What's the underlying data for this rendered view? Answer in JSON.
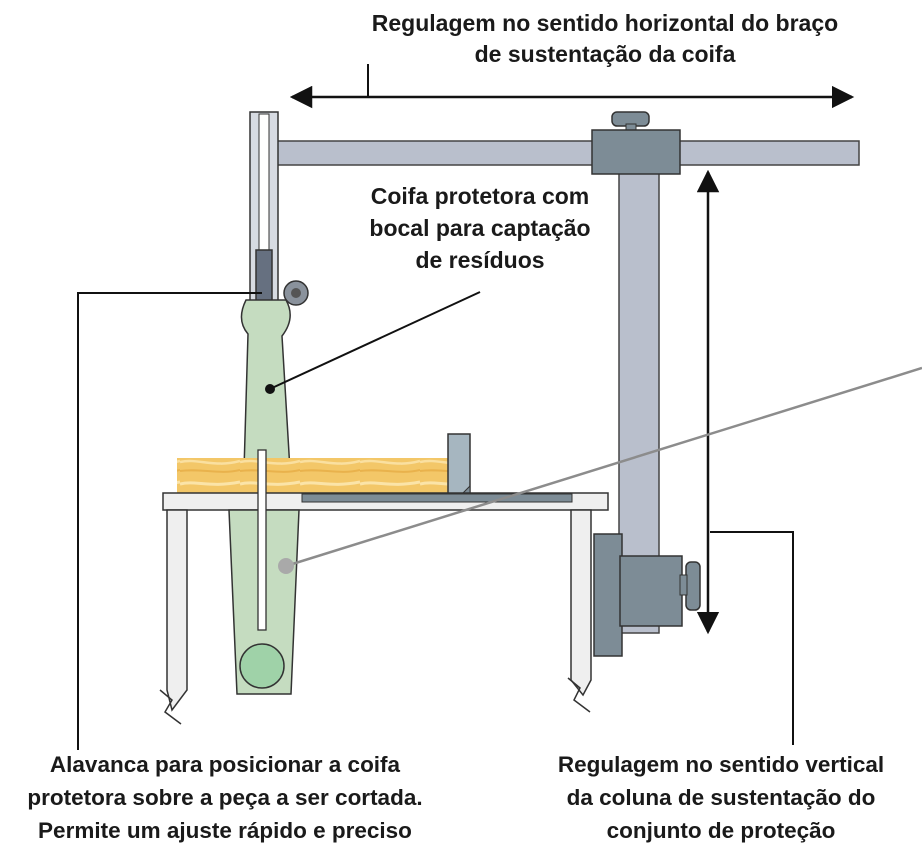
{
  "labels": {
    "horizontal_adjustment": [
      "Regulagem no sentido horizontal do braço",
      "de sustentação da coifa"
    ],
    "guard": [
      "Coifa protetora com",
      "bocal para captação",
      "de resíduos"
    ],
    "lever": [
      "Alavanca para posicionar a coifa",
      "protetora sobre a peça a ser cortada.",
      "Permite um ajuste rápido e preciso"
    ],
    "vertical_adjustment": [
      "Regulagem no sentido vertical",
      "da coluna de sustentação do",
      "conjunto de proteção"
    ]
  },
  "colors": {
    "guard_green": "#c5dcc0",
    "machine_gray": "#b9bfcc",
    "clamp_blue_gray": "#7d8c96",
    "wood": "#f2c566",
    "table_top": "#efefef",
    "outline": "#333333"
  }
}
